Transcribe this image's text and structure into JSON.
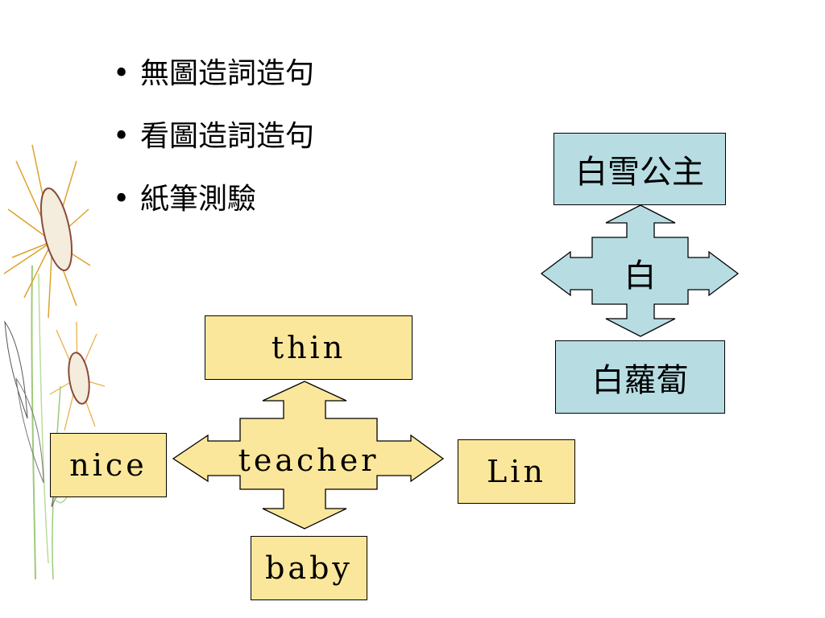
{
  "bullets": [
    "無圖造詞造句",
    "看圖造詞造句",
    "紙筆測驗"
  ],
  "bullet_symbol": "•",
  "english_map": {
    "center": "teacher",
    "top": "thin",
    "left": "nice",
    "right": "Lin",
    "bottom": "baby",
    "fill_color": "#fbe79b"
  },
  "chinese_map": {
    "center": "白",
    "top": "白雪公主",
    "bottom": "白蘿蔔",
    "fill_color": "#b7dde3"
  }
}
